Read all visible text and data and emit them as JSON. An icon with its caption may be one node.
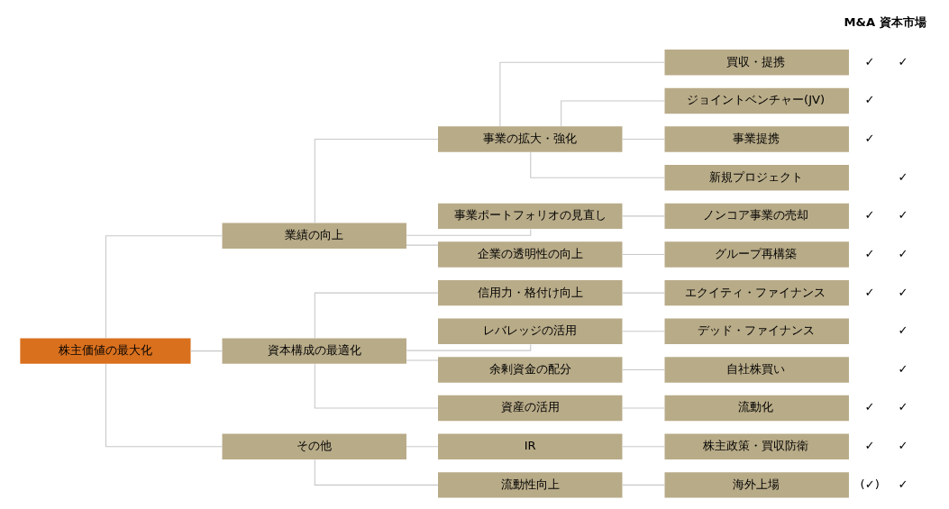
{
  "diagram": {
    "nodes": [
      {
        "text": [
          "株主価値の最大化"
        ]
      },
      {
        "text": [
          "業績の向上"
        ]
      },
      {
        "text": [
          "資本構成の最適化"
        ]
      },
      {
        "text": [
          "その他"
        ]
      },
      {
        "text": [
          "事業の拡大・強化"
        ]
      },
      {
        "text": [
          "事業ポートフォリオの見直し"
        ]
      },
      {
        "text": [
          "企業の透明性の向上"
        ]
      },
      {
        "text": [
          "信用力・格付け向上"
        ]
      },
      {
        "text": [
          "レバレッジの活用"
        ]
      },
      {
        "text": [
          "余剰資金の配分"
        ]
      },
      {
        "text": [
          "資産の活用"
        ]
      },
      {
        "text": [
          "IR"
        ]
      },
      {
        "text": [
          "流動性向上"
        ]
      },
      {
        "text": [
          "買収・提携"
        ],
        "beside": [
          "✓",
          "✓"
        ]
      },
      {
        "text": [
          "ジョイントベンチャー(JV)"
        ],
        "beside": [
          "✓"
        ]
      },
      {
        "text": [
          "事業提携"
        ],
        "beside": [
          "✓"
        ]
      },
      {
        "text": [
          "新規プロジェクト"
        ]
      },
      {
        "text": [
          "ノンコア事業の売却"
        ],
        "beside": [
          "✓",
          "✓"
        ]
      },
      {
        "text": [
          "グループ再構築"
        ],
        "beside": [
          "✓",
          "✓"
        ]
      },
      {
        "text": [
          "エクイティ・ファイナンス"
        ],
        "beside": [
          "✓",
          "✓"
        ]
      },
      {
        "text": [
          "デッド・ファイナンス"
        ]
      },
      {
        "text": [
          "自社株買い"
        ]
      },
      {
        "text": [
          "流動化"
        ],
        "beside": [
          "✓",
          "✓"
        ]
      },
      {
        "text": [
          "株主政策・買収防衛"
        ],
        "beside": [
          "✓",
          "✓"
        ]
      },
      {
        "text": [
          "海外上場"
        ],
        "beside": [
          "(✓)",
          "✓"
        ]
      }
    ],
    "edges": [
      {
        "from": 0,
        "to": 1,
        "arrow": "none"
      },
      {
        "from": 0,
        "to": 2,
        "arrow": "none"
      },
      {
        "from": 0,
        "to": 3,
        "arrow": "none"
      },
      {
        "from": 1,
        "to": 4,
        "arrow": "none"
      },
      {
        "from": 1,
        "to": 5,
        "arrow": "none"
      },
      {
        "from": 1,
        "to": 6,
        "arrow": "none"
      },
      {
        "from": 2,
        "to": 7,
        "arrow": "none"
      },
      {
        "from": 2,
        "to": 8,
        "arrow": "none"
      },
      {
        "from": 2,
        "to": 9,
        "arrow": "none"
      },
      {
        "from": 2,
        "to": 10,
        "arrow": "none"
      },
      {
        "from": 3,
        "to": 11,
        "arrow": "none"
      },
      {
        "from": 3,
        "to": 12,
        "arrow": "none"
      },
      {
        "from": 4,
        "to": 13,
        "arrow": "none"
      },
      {
        "from": 4,
        "to": 14,
        "arrow": "none"
      },
      {
        "from": 4,
        "to": 15,
        "arrow": "none"
      },
      {
        "from": 4,
        "to": 16,
        "arrow": "none"
      },
      {
        "from": 5,
        "to": 17,
        "arrow": "none"
      },
      {
        "from": 6,
        "to": 18,
        "arrow": "none"
      },
      {
        "from": 7,
        "to": 19,
        "arrow": "none"
      },
      {
        "from": 8,
        "to": 20,
        "arrow": "none"
      },
      {
        "from": 9,
        "to": 21,
        "arrow": "none"
      },
      {
        "from": 10,
        "to": 22,
        "arrow": "none"
      },
      {
        "from": 11,
        "to": 23,
        "arrow": "none"
      },
      {
        "from": 12,
        "to": 24,
        "arrow": "none"
      }
    ],
    "labels": [
      "M&A",
      "資本市場",
      "✓",
      "✓",
      "✓"
    ]
  }
}
